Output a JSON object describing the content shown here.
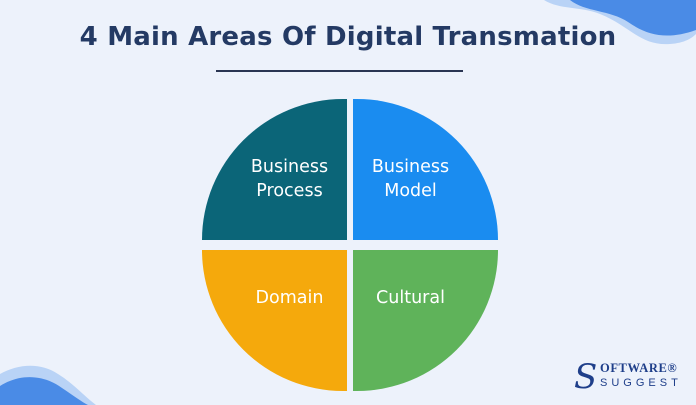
{
  "title": "4 Main Areas Of Digital Transmation",
  "quadrants": [
    {
      "label": "Business\nProcess",
      "color": "#0b6578"
    },
    {
      "label": "Business\nModel",
      "color": "#1a8cf0"
    },
    {
      "label": "Domain",
      "color": "#f5a90c"
    },
    {
      "label": "Cultural",
      "color": "#5fb35a"
    }
  ],
  "logo": {
    "initial_upper": "S",
    "initial_lower": "S",
    "line1_rest": "OFTWARE®",
    "line2_rest": "UGGEST"
  },
  "colors": {
    "background": "#edf2fb",
    "title": "#243a64",
    "logo": "#1f3f8a",
    "blob": "#4a8be6"
  }
}
